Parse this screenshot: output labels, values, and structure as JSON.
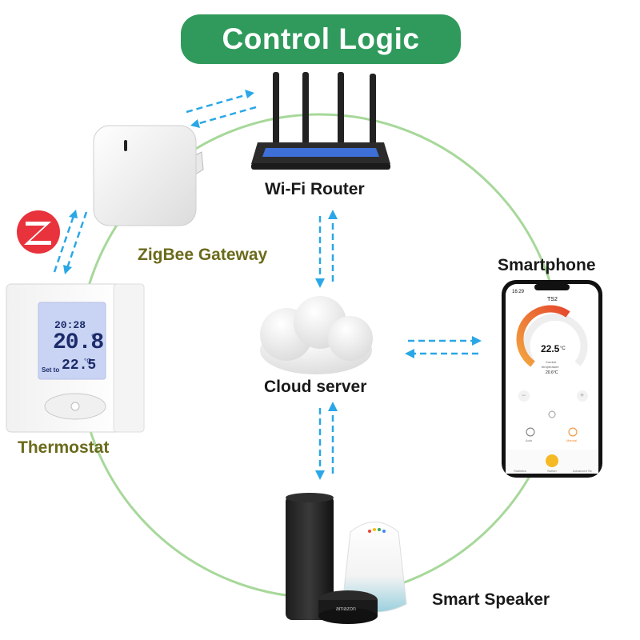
{
  "title": "Control Logic",
  "nodes": {
    "router": "Wi-Fi Router",
    "gateway": "ZigBee Gateway",
    "smartphone": "Smartphone",
    "cloud": "Cloud server",
    "thermostat": "Thermostat",
    "speaker": "Smart Speaker"
  },
  "thermostat_display": {
    "clock": "20:28",
    "temperature": "20.8",
    "unit": "°C",
    "setto_label": "Set to",
    "setpoint": "22.5",
    "setpoint_unit": "°C"
  },
  "phone_screen": {
    "status_time": "16:29",
    "device_name": "TS2",
    "set_temp": "22.5",
    "set_unit": "°C",
    "current_label_1": "Current",
    "current_label_2": "temperature",
    "current_value": "20.6°C",
    "minus": "−",
    "plus": "+",
    "mode_auto": "Auto",
    "mode_manual": "Manual",
    "tab_statistics": "Statistics",
    "tab_switch": "Switch",
    "tab_advanced": "Advanced Se"
  },
  "speaker_brand": "amazon",
  "colors": {
    "title_bg": "#2f9a5b",
    "circle": "#9bd08a",
    "arrow": "#2aa7e6",
    "gauge_orange": "#f08a2a",
    "zigbee_red": "#e8323c",
    "lcd": "#c9d4f4"
  },
  "icons": [
    "zigbee-logo-icon",
    "wifi-icon",
    "flame-icon",
    "thermometer-icon",
    "lock-icon",
    "power-icon"
  ]
}
